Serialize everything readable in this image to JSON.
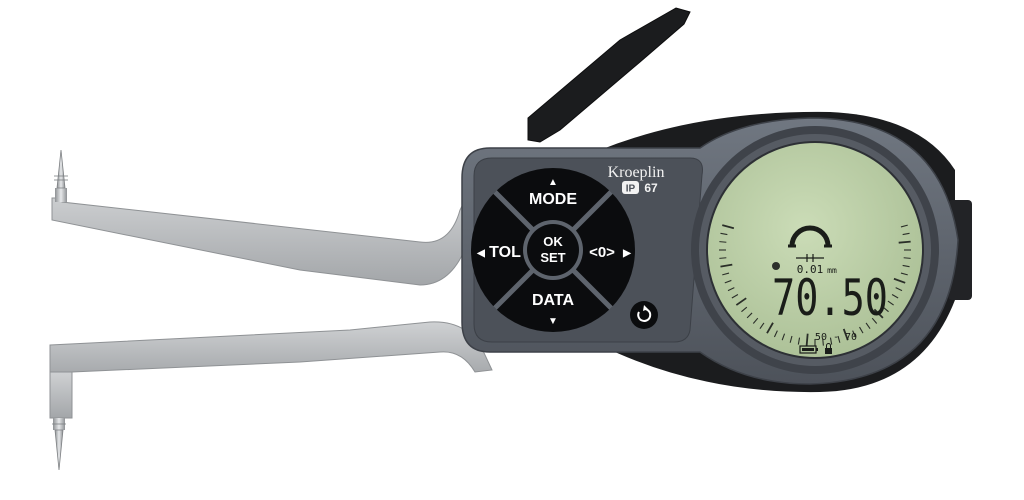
{
  "brand": {
    "name": "Kroeplin",
    "ip_prefix": "IP",
    "ip_rating": "67"
  },
  "keypad": {
    "up_label": "MODE",
    "down_label": "DATA",
    "left_label": "TOL",
    "right_label": "<0>",
    "center_line1": "OK",
    "center_line2": "SET",
    "up_arrow": "▲",
    "down_arrow": "▼",
    "left_arrow": "◀",
    "right_arrow": "▶"
  },
  "power_icon": "power-icon",
  "display": {
    "reading": "70.50",
    "resolution": "0.01",
    "unit": "mm",
    "range": "50 - 70",
    "battery_icon": "battery-icon",
    "lock_icon": "lock-icon",
    "mode_icon": "internal-measure-icon"
  },
  "colors": {
    "body": "#5e646d",
    "panel": "#4a4f57",
    "keypad": "#0b0c0e",
    "lcd": "#bcd0a8",
    "arms": "#b9bcbf",
    "handle": "#1b1c1e"
  }
}
